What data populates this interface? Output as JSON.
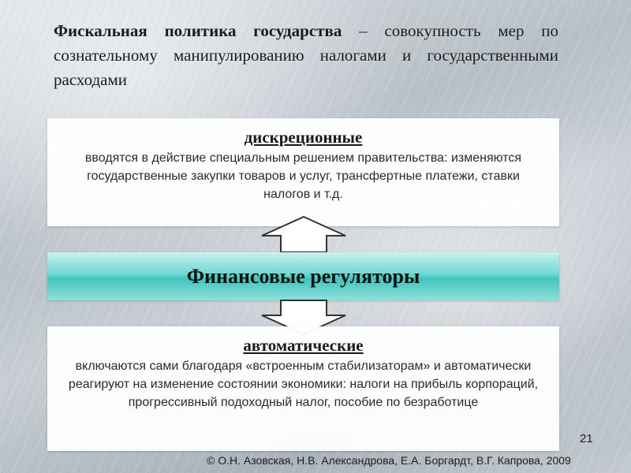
{
  "slide": {
    "title_bold": "Фискальная политика государства",
    "title_rest": " – совокупность мер по сознательному манипулированию налогами и государственными расходами",
    "top_box": {
      "heading": "дискреционные",
      "desc": "вводятся в действие специальным решением правительства: изменяются государственные закупки товаров и услуг, трансфертные платежи, ставки налогов и т.д."
    },
    "center_band": {
      "label": "Финансовые регуляторы"
    },
    "bottom_box": {
      "heading": "автоматические",
      "desc": "включаются сами благодаря «встроенным стабилизаторам» и автоматически реагируют на изменение состоянии экономики: налоги на прибыль корпораций, прогрессивный подоходный налог, пособие по безработице"
    },
    "page_number": "21",
    "copyright": "© О.Н. Азовская, Н.В. Александрова, Е.А. Боргардт, В.Г. Капрова, 2009"
  },
  "colors": {
    "band_accent": "#43c3bd",
    "arrow_fill": "#ffffff",
    "arrow_stroke": "#333333"
  },
  "icons": {
    "up_arrow": "arrow-up-icon",
    "down_arrow": "arrow-down-icon"
  }
}
